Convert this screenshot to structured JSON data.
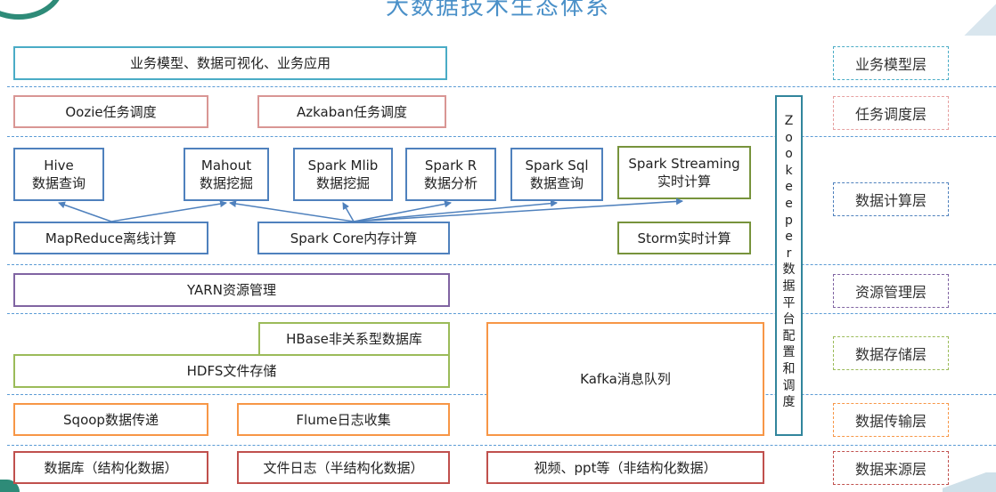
{
  "title": "大数据技术生态体系",
  "layers": {
    "business": "业务模型层",
    "scheduling": "任务调度层",
    "compute": "数据计算层",
    "resource": "资源管理层",
    "storage": "数据存储层",
    "transport": "数据传输层",
    "source": "数据来源层"
  },
  "boxes": {
    "business_app": "业务模型、数据可视化、业务应用",
    "oozie": "Oozie任务调度",
    "azkaban": "Azkaban任务调度",
    "hive": [
      "Hive",
      "数据查询"
    ],
    "mahout": [
      "Mahout",
      "数据挖掘"
    ],
    "spark_mlib": [
      "Spark Mlib",
      "数据挖掘"
    ],
    "spark_r": [
      "Spark R",
      "数据分析"
    ],
    "spark_sql": [
      "Spark Sql",
      "数据查询"
    ],
    "spark_streaming": [
      "Spark Streaming",
      "实时计算"
    ],
    "mapreduce": "MapReduce离线计算",
    "spark_core": "Spark Core内存计算",
    "storm": "Storm实时计算",
    "yarn": "YARN资源管理",
    "hbase": "HBase非关系型数据库",
    "hdfs": "HDFS文件存储",
    "kafka": "Kafka消息队列",
    "sqoop": "Sqoop数据传递",
    "flume": "Flume日志收集",
    "db_source": "数据库（结构化数据）",
    "log_source": "文件日志（半结构化数据）",
    "video_source": "视频、ppt等（非结构化数据）"
  },
  "zookeeper": [
    "Z",
    "o",
    "o",
    "k",
    "e",
    "e",
    "p",
    "e",
    "r",
    "数",
    "据",
    "平",
    "台",
    "配",
    "置",
    "和",
    "调",
    "度"
  ],
  "colors": {
    "title": "#4a90c8",
    "separator": "#5b9bd5",
    "teal": "#4aacc6",
    "pink": "#d99694",
    "blue": "#4f81bd",
    "green": "#77933c",
    "purple": "#8064a2",
    "light_green": "#9bbb59",
    "orange": "#f79646",
    "red": "#c0504d",
    "zookeeper": "#31859c",
    "arrow": "#4f81bd"
  }
}
